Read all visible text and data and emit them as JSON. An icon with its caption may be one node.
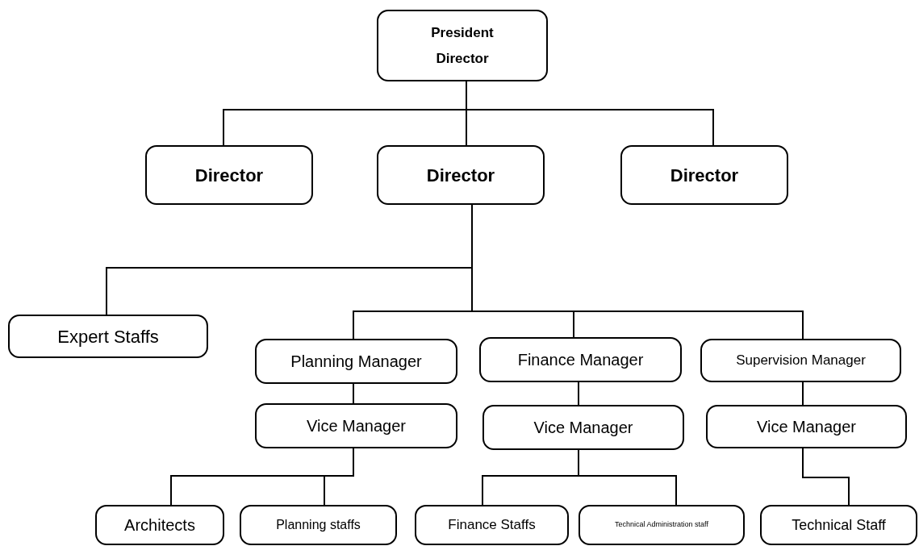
{
  "diagram": {
    "nodes": [
      {
        "text": [
          "President Director"
        ]
      },
      {
        "text": [
          "Director"
        ]
      },
      {
        "text": [
          "Director"
        ]
      },
      {
        "text": [
          "Director"
        ]
      },
      {
        "text": [
          "Expert Staffs"
        ]
      },
      {
        "text": [
          "Planning Manager"
        ]
      },
      {
        "text": [
          "Finance Manager"
        ]
      },
      {
        "text": [
          "Supervision Manager"
        ]
      },
      {
        "text": [
          "Vice Manager"
        ]
      },
      {
        "text": [
          "Vice Manager"
        ]
      },
      {
        "text": [
          "Vice Manager"
        ]
      },
      {
        "text": [
          "Architects"
        ]
      },
      {
        "text": [
          "Planning staffs"
        ]
      },
      {
        "text": [
          "Finance Staffs"
        ]
      },
      {
        "text": [
          "Technical Administration staff"
        ]
      },
      {
        "text": [
          "Technical Staff"
        ]
      }
    ],
    "edges": [
      {
        "from": 0,
        "to": 1,
        "arrow": "none"
      },
      {
        "from": 0,
        "to": 2,
        "arrow": "none"
      },
      {
        "from": 0,
        "to": 3,
        "arrow": "none"
      },
      {
        "from": 2,
        "to": 4,
        "arrow": "none"
      },
      {
        "from": 2,
        "to": 5,
        "arrow": "none"
      },
      {
        "from": 2,
        "to": 6,
        "arrow": "none"
      },
      {
        "from": 2,
        "to": 7,
        "arrow": "none"
      },
      {
        "from": 5,
        "to": 8,
        "arrow": "none"
      },
      {
        "from": 6,
        "to": 9,
        "arrow": "none"
      },
      {
        "from": 7,
        "to": 10,
        "arrow": "none"
      },
      {
        "from": 8,
        "to": 11,
        "arrow": "none"
      },
      {
        "from": 8,
        "to": 12,
        "arrow": "none"
      },
      {
        "from": 9,
        "to": 13,
        "arrow": "none"
      },
      {
        "from": 9,
        "to": 14,
        "arrow": "none"
      },
      {
        "from": 10,
        "to": 15,
        "arrow": "none"
      }
    ]
  }
}
